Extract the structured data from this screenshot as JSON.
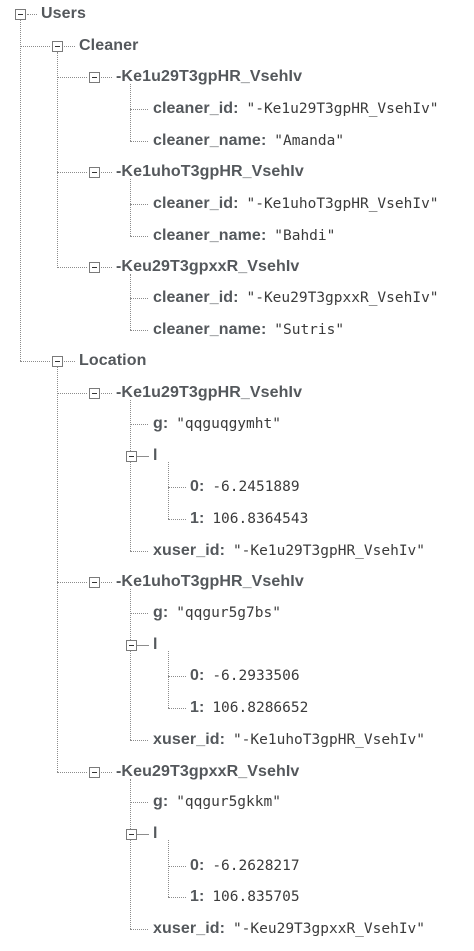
{
  "root": {
    "key": "Users"
  },
  "cleaner": {
    "key": "Cleaner",
    "items": [
      {
        "id": "-Ke1u29T3gpHR_VsehIv",
        "cleaner_id_key": "cleaner_id",
        "cleaner_id": "\"-Ke1u29T3gpHR_VsehIv\"",
        "cleaner_name_key": "cleaner_name",
        "cleaner_name": "\"Amanda\""
      },
      {
        "id": "-Ke1uhoT3gpHR_VsehIv",
        "cleaner_id_key": "cleaner_id",
        "cleaner_id": "\"-Ke1uhoT3gpHR_VsehIv\"",
        "cleaner_name_key": "cleaner_name",
        "cleaner_name": "\"Bahdi\""
      },
      {
        "id": "-Keu29T3gpxxR_VsehIv",
        "cleaner_id_key": "cleaner_id",
        "cleaner_id": "\"-Keu29T3gpxxR_VsehIv\"",
        "cleaner_name_key": "cleaner_name",
        "cleaner_name": "\"Sutris\""
      }
    ]
  },
  "location": {
    "key": "Location",
    "items": [
      {
        "id": "-Ke1u29T3gpHR_VsehIv",
        "g_key": "g",
        "g": "\"qqguqgymht\"",
        "l_key": "l",
        "l0_key": "0",
        "l0": "-6.2451889",
        "l1_key": "1",
        "l1": "106.8364543",
        "xuser_key": "xuser_id",
        "xuser_id": "\"-Ke1u29T3gpHR_VsehIv\""
      },
      {
        "id": "-Ke1uhoT3gpHR_VsehIv",
        "g_key": "g",
        "g": "\"qqgur5g7bs\"",
        "l_key": "l",
        "l0_key": "0",
        "l0": "-6.2933506",
        "l1_key": "1",
        "l1": "106.8286652",
        "xuser_key": "xuser_id",
        "xuser_id": "\"-Ke1uhoT3gpHR_VsehIv\""
      },
      {
        "id": "-Keu29T3gpxxR_VsehIv",
        "g_key": "g",
        "g": "\"qqgur5gkkm\"",
        "l_key": "l",
        "l0_key": "0",
        "l0": "-6.2628217",
        "l1_key": "1",
        "l1": "106.835705",
        "xuser_key": "xuser_id",
        "xuser_id": "\"-Keu29T3gpxxR_VsehIv\""
      }
    ]
  }
}
